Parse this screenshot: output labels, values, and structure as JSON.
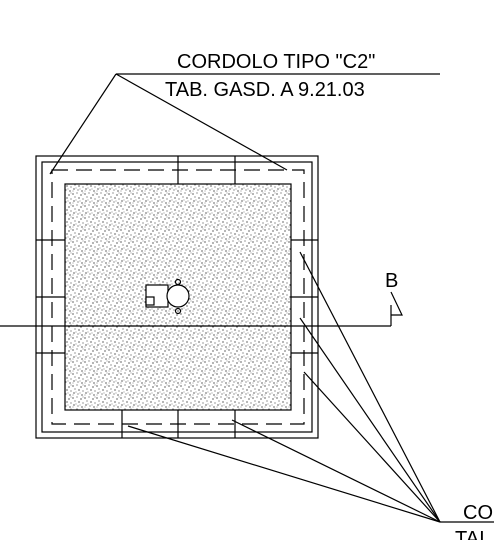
{
  "label_top": {
    "line1": "CORDOLO TIPO \"C2\"",
    "line2": "TAB. GASD. A 9.21.03"
  },
  "section_marker": "B",
  "label_bottom_right": {
    "line1": "CO",
    "line2": "TAI"
  },
  "colors": {
    "line": "#000000",
    "background": "#ffffff"
  }
}
